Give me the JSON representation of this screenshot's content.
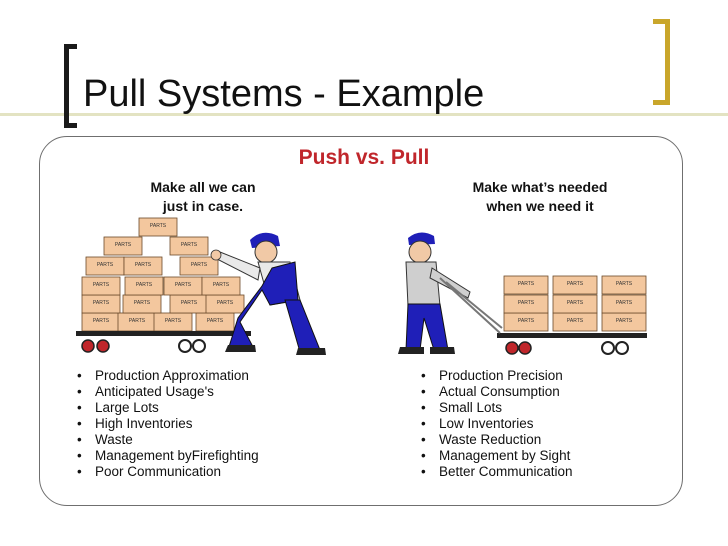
{
  "slide": {
    "title": "Pull Systems - Example",
    "heading": "Push vs. Pull",
    "push": {
      "caption_line1": "Make all we can",
      "caption_line2": "just in case.",
      "bullets": [
        "Production Approximation",
        "Anticipated Usage's",
        "Large Lots",
        "High Inventories",
        "Waste",
        "Management byFirefighting",
        "Poor Communication"
      ]
    },
    "pull": {
      "caption_line1": "Make what’s needed",
      "caption_line2": "when we need it",
      "bullets": [
        "Production Precision",
        "Actual Consumption",
        "Small Lots",
        "Low Inventories",
        "Waste Reduction",
        "Management by Sight",
        "Better Communication"
      ]
    },
    "box_label": "PARTS",
    "colors": {
      "heading": "#c0262b",
      "box": "#f3c79e",
      "worker_clothes": "#1f1fb8",
      "bracket_gold": "#c9a62b"
    }
  }
}
